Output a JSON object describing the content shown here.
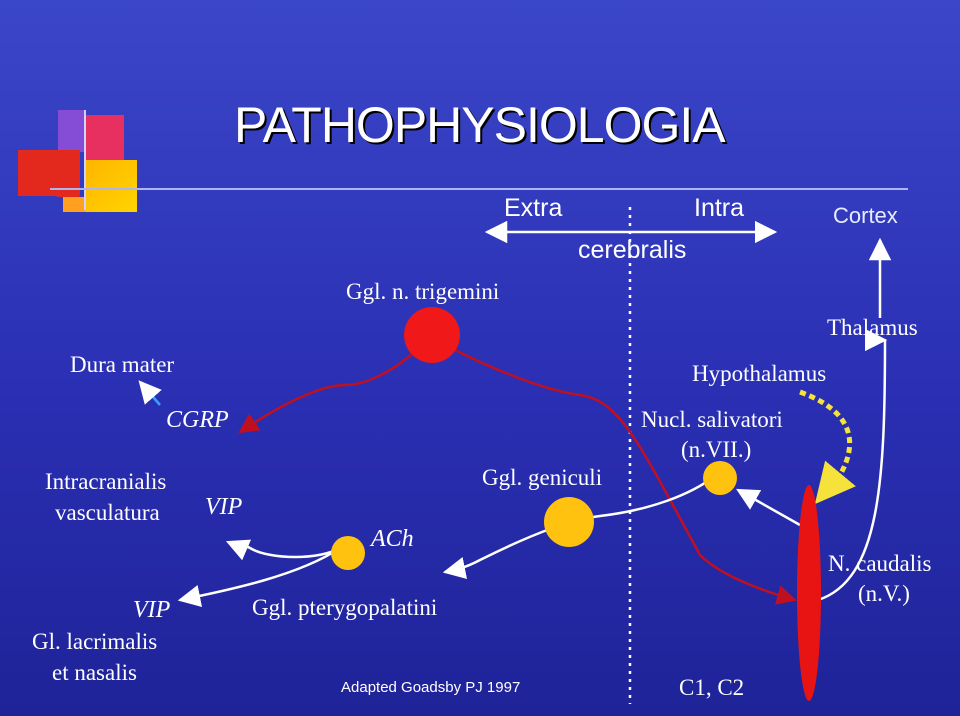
{
  "title": "PATHOPHYSIOLOGIA",
  "labels": {
    "extra": "Extra",
    "intra": "Intra",
    "cerebralis": "cerebralis",
    "cortex": "Cortex",
    "thalamus": "Thalamus",
    "hypothalamus": "Hypothalamus",
    "trigemini": "Ggl. n. trigemini",
    "dura": "Dura mater",
    "cgrp": "CGRP",
    "intracranialis": "Intracranialis",
    "vasculatura": "vasculatura",
    "vip1": "VIP",
    "vip2": "VIP",
    "ach": "ACh",
    "geniculi": "Ggl. geniculi",
    "salivatori1": "Nucl. salivatori",
    "salivatori2": "(n.VII.)",
    "caudalis1": "N. caudalis",
    "caudalis2": "(n.V.)",
    "lacrimalis1": "Gl. lacrimalis",
    "lacrimalis2": "et nasalis",
    "pterygo": "Ggl. pterygopalatini",
    "credit": "Adapted Goadsby PJ 1997",
    "c1c2": "C1, C2"
  },
  "colors": {
    "background": "#2a2fb3",
    "trigeminal_ganglion": "#f01818",
    "minor_ganglia": "#ffc20e",
    "caudal_nucleus": "#e81414",
    "sensory_path": "#c01020",
    "hypothalamic_path": "#f5e23a"
  }
}
